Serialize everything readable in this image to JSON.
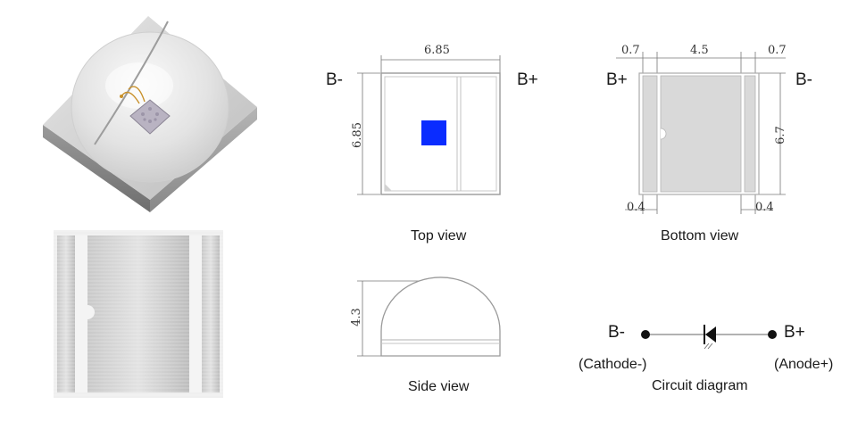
{
  "photos": {
    "top_render": "led-top-photo",
    "bottom_render": "led-bottom-photo"
  },
  "top_view": {
    "width_dim": "6.85",
    "height_dim": "6.85",
    "left_pin": "B-",
    "right_pin": "B+",
    "caption": "Top view",
    "chip_color": "#0a2cff"
  },
  "bottom_view": {
    "left_pad_dim": "0.7",
    "center_pad_dim": "4.5",
    "right_pad_dim": "0.7",
    "height_dim": "6.7",
    "left_gap_dim": "0.4",
    "right_gap_dim": "0.4",
    "left_pin": "B+",
    "right_pin": "B-",
    "caption": "Bottom view"
  },
  "side_view": {
    "height_dim": "4.3",
    "caption": "Side view"
  },
  "circuit": {
    "left_pin": "B-",
    "right_pin": "B+",
    "left_desc": "(Cathode-)",
    "right_desc": "(Anode+)",
    "caption": "Circuit diagram"
  }
}
